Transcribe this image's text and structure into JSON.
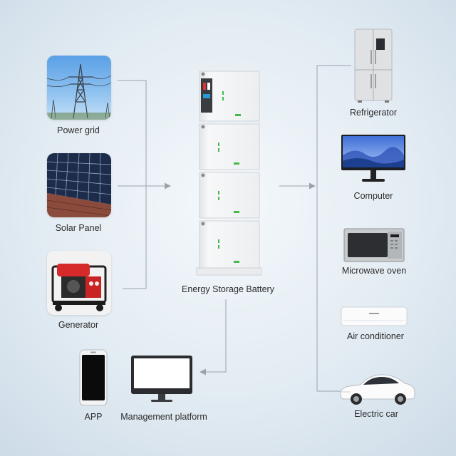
{
  "colors": {
    "background": "#e3ecf3",
    "connector": "#9aa4ad",
    "battery_body": "#f4f5f6",
    "indicator_green": "#46b84a"
  },
  "sources": [
    {
      "label": "Power grid",
      "icon": "power-grid-icon"
    },
    {
      "label": "Solar Panel",
      "icon": "solar-panel-icon"
    },
    {
      "label": "Generator",
      "icon": "generator-icon"
    }
  ],
  "center": {
    "label": "Energy Storage Battery",
    "icon": "battery-stack-icon",
    "modules": 4
  },
  "monitoring": [
    {
      "label": "APP",
      "icon": "smartphone-icon"
    },
    {
      "label": "Management platform",
      "icon": "monitor-icon"
    }
  ],
  "loads": [
    {
      "label": "Refrigerator",
      "icon": "refrigerator-icon"
    },
    {
      "label": "Computer",
      "icon": "computer-monitor-icon"
    },
    {
      "label": "Microwave oven",
      "icon": "microwave-icon"
    },
    {
      "label": "Air conditioner",
      "icon": "air-conditioner-icon"
    },
    {
      "label": "Electric car",
      "icon": "electric-car-icon"
    }
  ]
}
